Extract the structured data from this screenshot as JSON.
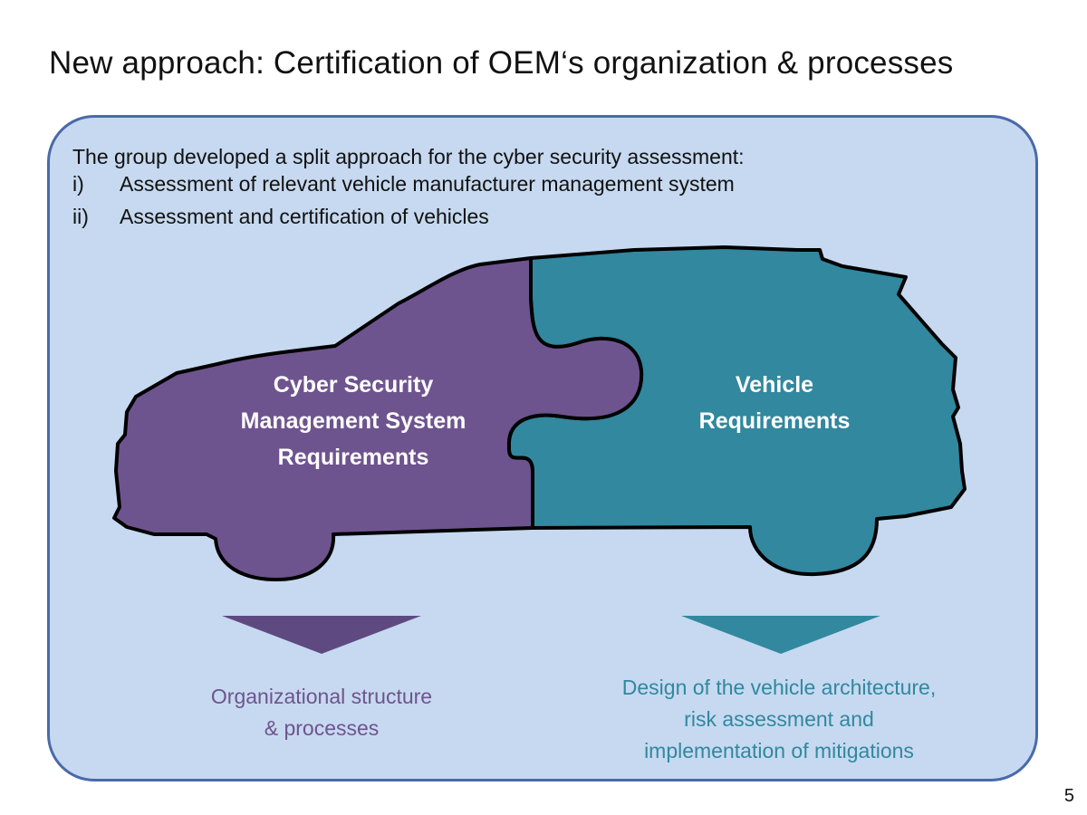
{
  "slide": {
    "title": "New approach: Certification of OEM‘s organization & processes",
    "page_number": "5"
  },
  "intro": {
    "text": "The group developed a split approach for the cyber security assessment:",
    "items": [
      {
        "marker": "i)",
        "text": "Assessment of relevant vehicle manufacturer management system"
      },
      {
        "marker": "ii)",
        "text": "Assessment and certification of vehicles"
      }
    ]
  },
  "car": {
    "left_piece": {
      "lines": [
        "Cyber Security",
        "Management System",
        "Requirements"
      ],
      "color": "#6e548e"
    },
    "right_piece": {
      "lines": [
        "Vehicle",
        "Requirements"
      ],
      "color": "#31889f"
    }
  },
  "outcomes": {
    "left": {
      "lines": [
        "Organizational structure",
        "& processes"
      ],
      "color": "#6e548e",
      "arrow_color": "#5e4a80"
    },
    "right": {
      "lines": [
        "Design of the vehicle architecture,",
        "risk assessment and",
        "implementation of mitigations"
      ],
      "color": "#31889f",
      "arrow_color": "#31889f"
    }
  },
  "colors": {
    "panel_fill": "#c6d9f0",
    "panel_border": "#4a6aa8",
    "outline": "#000000"
  }
}
